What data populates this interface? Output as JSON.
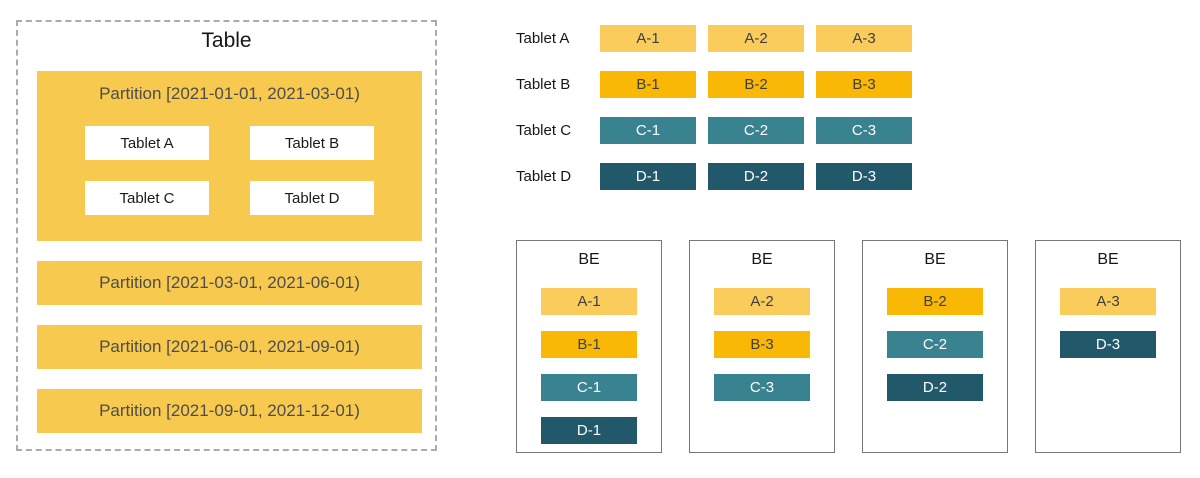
{
  "colors": {
    "partition_fill": "#F7C94E",
    "panel_border": "#ABABAB",
    "be_border": "#777777",
    "tablet_fills": {
      "A": "#F9CC5C",
      "B": "#F9B806",
      "C": "#398290",
      "D": "#21596B"
    },
    "tablet_text": {
      "A": "#3F3F3F",
      "B": "#3F3F3F",
      "C": "#FFFFFF",
      "D": "#FFFFFF"
    },
    "partition_text": "#4D4D4D"
  },
  "table_panel": {
    "title": "Table",
    "partitions": [
      {
        "label": "Partition [2021-01-01, 2021-03-01)",
        "tablets": [
          "Tablet A",
          "Tablet B",
          "Tablet C",
          "Tablet D"
        ]
      },
      {
        "label": "Partition [2021-03-01, 2021-06-01)",
        "tablets": []
      },
      {
        "label": "Partition [2021-06-01, 2021-09-01)",
        "tablets": []
      },
      {
        "label": "Partition [2021-09-01, 2021-12-01)",
        "tablets": []
      }
    ]
  },
  "tablet_rows": [
    {
      "label": "Tablet A",
      "replicas": [
        "A-1",
        "A-2",
        "A-3"
      ]
    },
    {
      "label": "Tablet B",
      "replicas": [
        "B-1",
        "B-2",
        "B-3"
      ]
    },
    {
      "label": "Tablet C",
      "replicas": [
        "C-1",
        "C-2",
        "C-3"
      ]
    },
    {
      "label": "Tablet D",
      "replicas": [
        "D-1",
        "D-2",
        "D-3"
      ]
    }
  ],
  "be_nodes": [
    {
      "title": "BE",
      "replicas": [
        "A-1",
        "B-1",
        "C-1",
        "D-1"
      ]
    },
    {
      "title": "BE",
      "replicas": [
        "A-2",
        "B-3",
        "C-3"
      ]
    },
    {
      "title": "BE",
      "replicas": [
        "B-2",
        "C-2",
        "D-2"
      ]
    },
    {
      "title": "BE",
      "replicas": [
        "A-3",
        "D-3"
      ]
    }
  ]
}
